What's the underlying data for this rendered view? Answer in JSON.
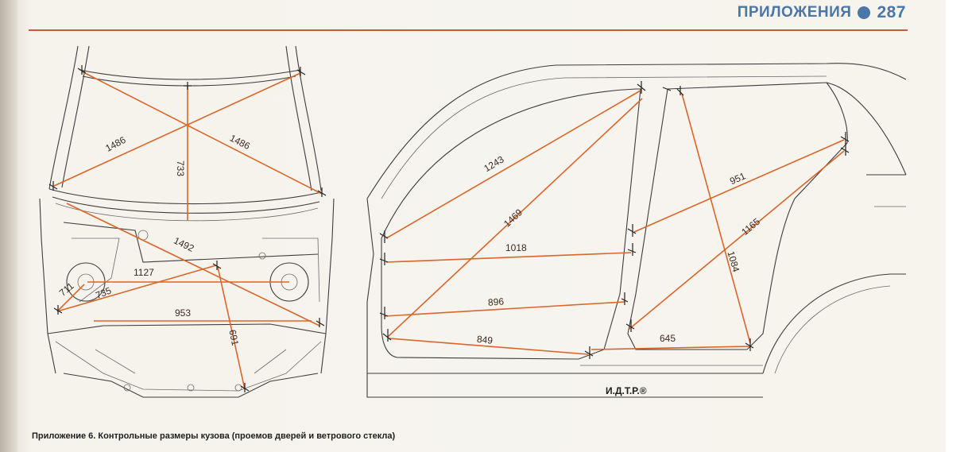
{
  "header": {
    "section_title": "ПРИЛОЖЕНИЯ",
    "page_number": "287"
  },
  "caption": "Приложение 6. Контрольные размеры кузова (проемов дверей и ветрового стекла)",
  "watermark": "И.Д.Т.Р.®",
  "left_view": {
    "dimensions": [
      "1486",
      "1486",
      "733",
      "1492",
      "1127",
      "735",
      "711",
      "953",
      "691"
    ]
  },
  "right_view": {
    "dimensions": [
      "1243",
      "1469",
      "1018",
      "896",
      "849",
      "951",
      "1165",
      "1084",
      "645"
    ]
  },
  "colors": {
    "accent_rule": "#c85a3a",
    "header_blue": "#4a76a8",
    "measure_line": "#d9662a"
  }
}
